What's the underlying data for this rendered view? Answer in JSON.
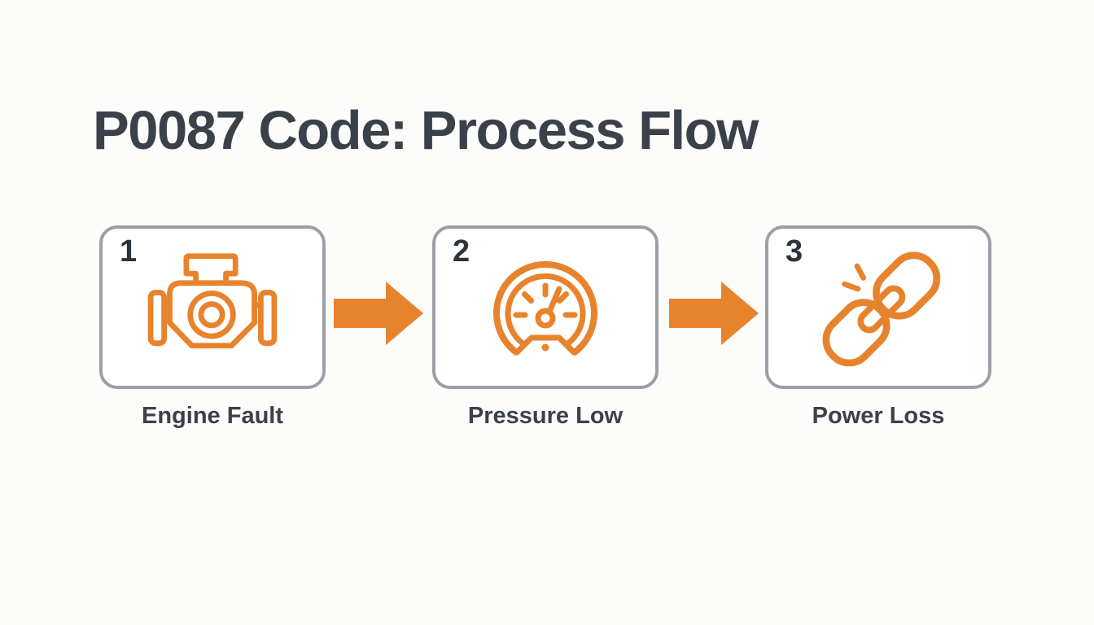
{
  "title": "P0087 Code: Process Flow",
  "steps": [
    {
      "number": "1",
      "label": "Engine Fault",
      "icon": "engine-icon"
    },
    {
      "number": "2",
      "label": "Pressure Low",
      "icon": "pressure-gauge-icon"
    },
    {
      "number": "3",
      "label": "Power Loss",
      "icon": "broken-chain-icon"
    }
  ],
  "arrows": [
    {
      "icon": "right-arrow-icon"
    },
    {
      "icon": "right-arrow-icon"
    }
  ],
  "colors": {
    "accent": "#E8832D",
    "card_border": "#9AA0A6",
    "text": "#3A414B",
    "number": "#2E343B",
    "background": "#FAFAF8",
    "card_bg": "#FFFFFF"
  }
}
